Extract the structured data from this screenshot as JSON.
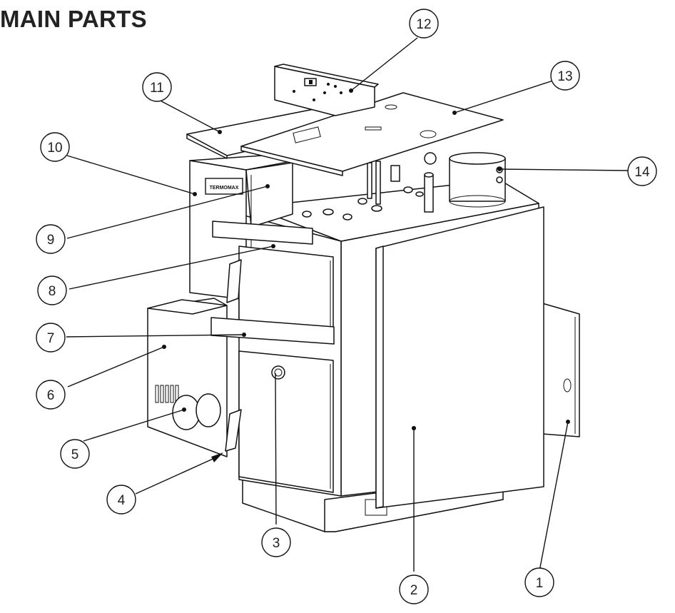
{
  "title": "MAIN PARTS",
  "brand_label": "TERMOMAX",
  "callouts": [
    "1",
    "2",
    "3",
    "4",
    "5",
    "6",
    "7",
    "8",
    "9",
    "10",
    "11",
    "12",
    "13",
    "14"
  ]
}
